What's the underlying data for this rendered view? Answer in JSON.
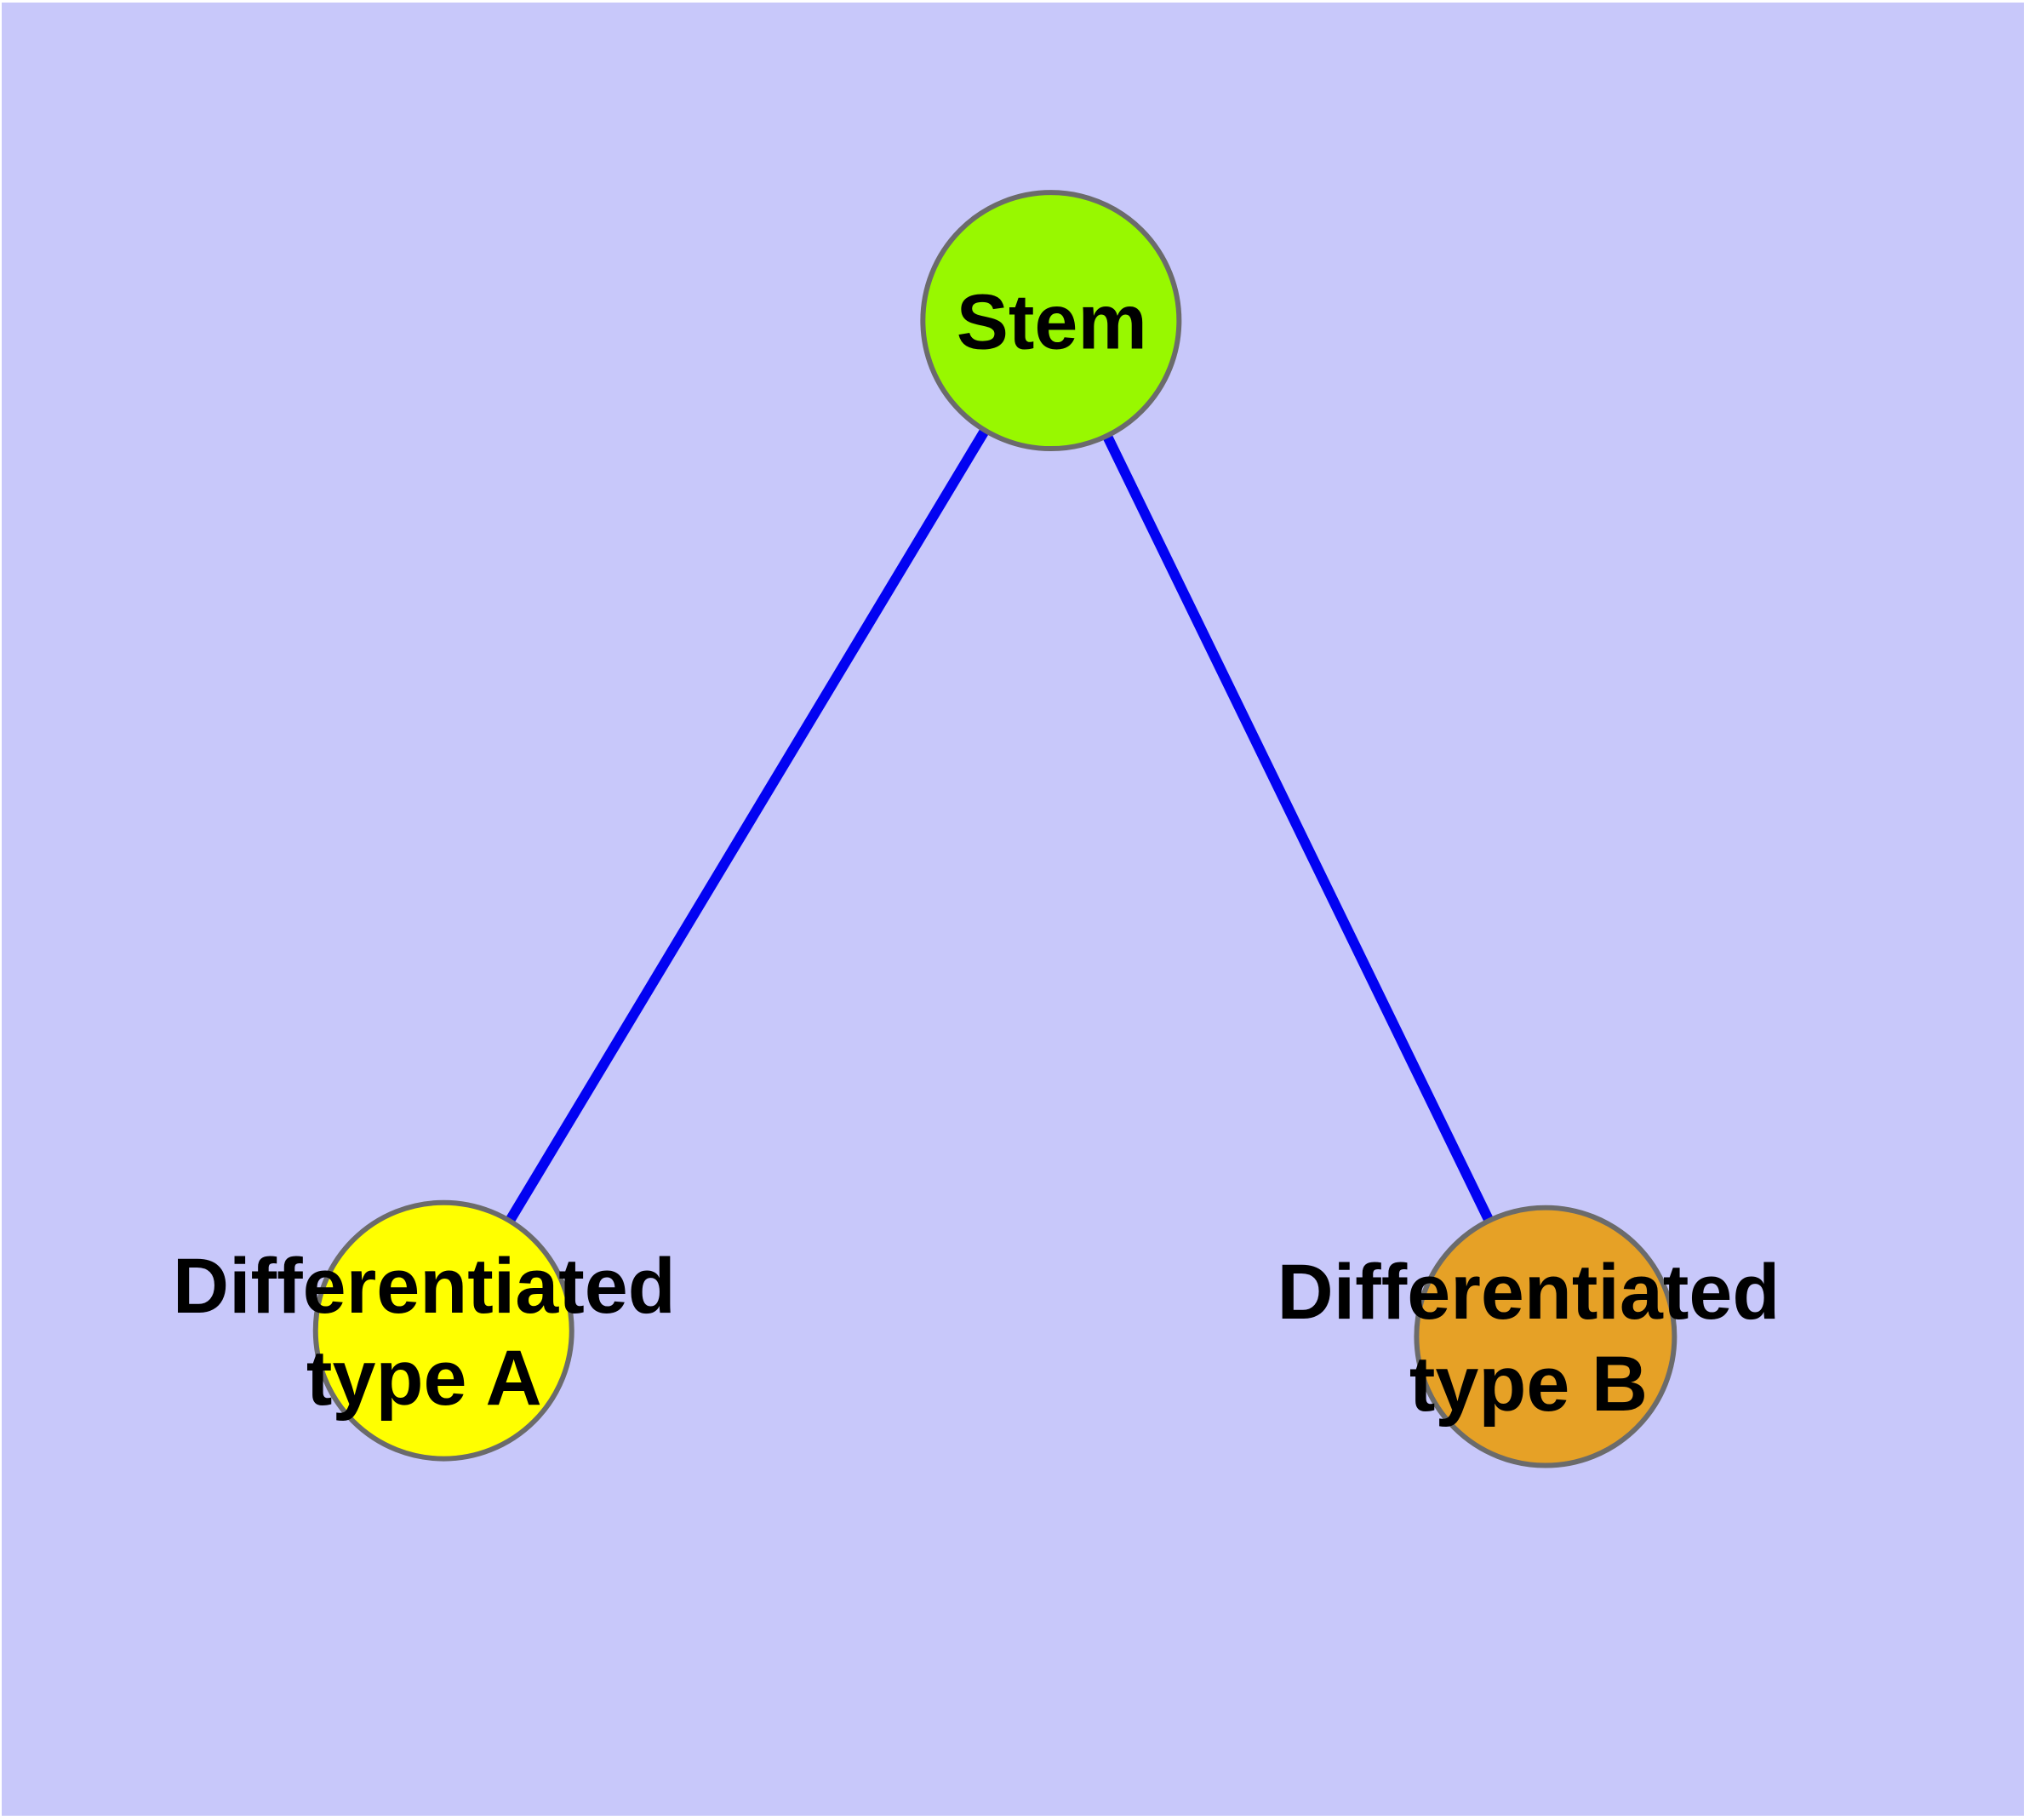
{
  "diagram": {
    "type": "graph",
    "description": "Stem cell differentiation diagram: a Stem node linked to two differentiated cell-type nodes",
    "canvas_background_color": "#c8c8fa",
    "page_margin_color": "#ffffff",
    "edge_color": "#0202f2",
    "node_border_color": "#6b6b6b",
    "label_text_color": "#000000",
    "nodes": {
      "stem": {
        "label": "Stem",
        "fill": "#98f800"
      },
      "diff_a": {
        "label_line1": "Differentiated",
        "label_line2": "type A",
        "fill": "#ffff00"
      },
      "diff_b": {
        "label_line1": "Differentiated",
        "label_line2": "type B",
        "fill": "#e6a126"
      }
    },
    "edges": [
      {
        "from": "Stem",
        "to": "Differentiated type A"
      },
      {
        "from": "Stem",
        "to": "Differentiated type B"
      }
    ]
  }
}
